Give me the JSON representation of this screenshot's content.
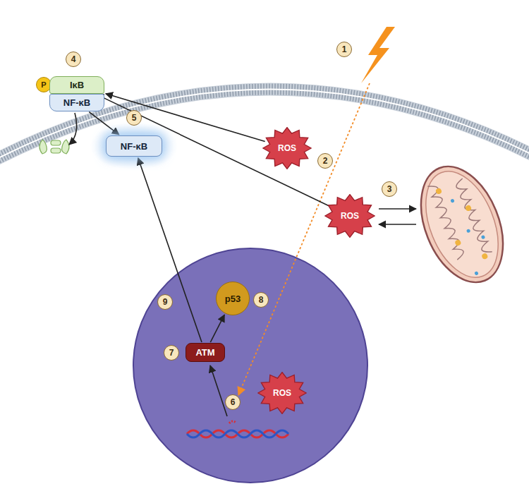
{
  "diagram": {
    "nodes": [
      {
        "text": [
          "P"
        ]
      },
      {
        "text": [
          "IκB"
        ]
      },
      {
        "text": [
          "NF-κB"
        ]
      },
      {
        "text": [
          "ROS"
        ]
      },
      {
        "text": [
          "ROS"
        ]
      },
      {
        "text": [
          "NF-κB"
        ]
      },
      {
        "text": [
          "p53"
        ]
      },
      {
        "text": [
          "ATM"
        ]
      },
      {
        "text": [
          "ROS"
        ]
      }
    ],
    "edges": [
      {
        "from": 3,
        "to": 1,
        "arrow": "to"
      },
      {
        "from": 4,
        "to": 1,
        "arrow": "to"
      },
      {
        "from": 2,
        "to": 5,
        "arrow": "to"
      },
      {
        "from": 7,
        "to": 5,
        "arrow": "to"
      },
      {
        "from": 7,
        "to": 6,
        "arrow": "to"
      }
    ],
    "labels": [
      "1",
      "2",
      "3",
      "4",
      "5",
      "6",
      "7",
      "8",
      "9"
    ]
  }
}
